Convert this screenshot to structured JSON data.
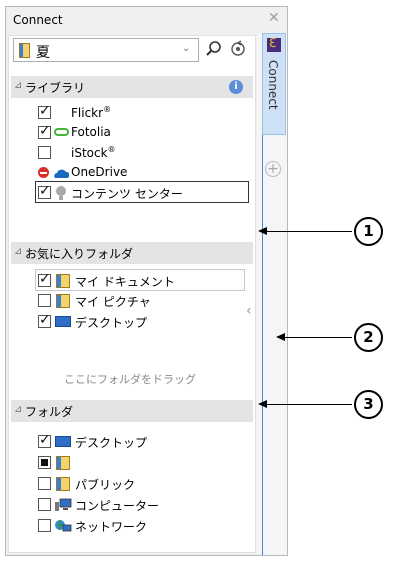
{
  "panel": {
    "title": "Connect"
  },
  "folder_bar": {
    "value": "夏"
  },
  "library": {
    "header": "ライブラリ",
    "items": [
      {
        "label": "Flickr",
        "sup": "®",
        "checked": true
      },
      {
        "label": "Fotolia",
        "sup": "",
        "checked": true
      },
      {
        "label": "iStock",
        "sup": "®",
        "checked": false
      },
      {
        "label": "OneDrive",
        "sup": "",
        "checked": false
      },
      {
        "label": "コンテンツ センター",
        "sup": "",
        "checked": true
      }
    ]
  },
  "favorites": {
    "header": "お気に入りフォルダ",
    "items": [
      {
        "label": "マイ ドキュメント",
        "checked": true
      },
      {
        "label": "マイ ピクチャ",
        "checked": false
      },
      {
        "label": "デスクトップ",
        "checked": true
      }
    ],
    "drop_hint": "ここにフォルダをドラッグ"
  },
  "folders": {
    "header": "フォルダ",
    "items": [
      {
        "label": "デスクトップ",
        "state": "checked"
      },
      {
        "label": "",
        "state": "partial"
      },
      {
        "label": "パブリック",
        "state": "unchecked"
      },
      {
        "label": "コンピューター",
        "state": "unchecked"
      },
      {
        "label": "ネットワーク",
        "state": "unchecked"
      }
    ]
  },
  "side_tab": {
    "label": "Connect"
  },
  "callouts": [
    "1",
    "2",
    "3"
  ],
  "colors": {
    "accent": "#3a8ad9",
    "section_header": "#e4e4e4",
    "tab": "#cde0f5"
  }
}
